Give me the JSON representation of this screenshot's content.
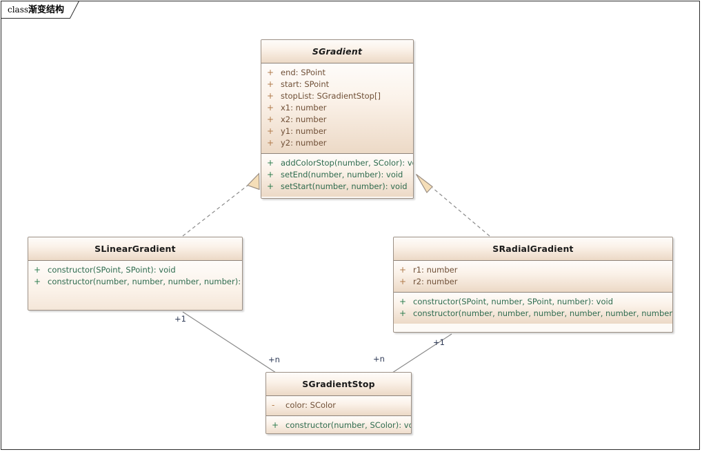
{
  "frame": {
    "tab_keyword": "class",
    "tab_title": "渐变结构"
  },
  "colors": {
    "box_border": "#9b8f84",
    "box_fill_top": "#fefcfa",
    "box_fill_bottom": "#ecd9c6",
    "frame_border": "#2b2b2b",
    "attribute_marker": "#b07a4a",
    "method_marker": "#2e7d4f",
    "attribute_text": "#6f4f36",
    "method_text": "#2e6b4e",
    "connector": "#8a8a8a",
    "arrowhead_fill": "#f5deb8",
    "edge_label": "#2f3b57"
  },
  "classes": [
    {
      "id": "sgradient",
      "name": "SGradient",
      "abstract": true,
      "attributes": [
        {
          "visibility": "+",
          "text": "end: SPoint"
        },
        {
          "visibility": "+",
          "text": "start: SPoint"
        },
        {
          "visibility": "+",
          "text": "stopList: SGradientStop[]"
        },
        {
          "visibility": "+",
          "text": "x1: number"
        },
        {
          "visibility": "+",
          "text": "x2: number"
        },
        {
          "visibility": "+",
          "text": "y1: number"
        },
        {
          "visibility": "+",
          "text": "y2: number"
        }
      ],
      "methods": [
        {
          "visibility": "+",
          "text": "addColorStop(number, SColor): void"
        },
        {
          "visibility": "+",
          "text": "setEnd(number, number): void"
        },
        {
          "visibility": "+",
          "text": "setStart(number, number): void"
        }
      ]
    },
    {
      "id": "slineargradient",
      "name": "SLinearGradient",
      "abstract": false,
      "attributes": [],
      "methods": [
        {
          "visibility": "+",
          "text": "constructor(SPoint, SPoint): void"
        },
        {
          "visibility": "+",
          "text": "constructor(number, number, number, number): void"
        }
      ]
    },
    {
      "id": "sradialgradient",
      "name": "SRadialGradient",
      "abstract": false,
      "attributes": [
        {
          "visibility": "+",
          "text": "r1: number"
        },
        {
          "visibility": "+",
          "text": "r2: number"
        }
      ],
      "methods": [
        {
          "visibility": "+",
          "text": "constructor(SPoint, number, SPoint, number): void"
        },
        {
          "visibility": "+",
          "text": "constructor(number, number, number, number, number, number): void"
        }
      ]
    },
    {
      "id": "sgradientstop",
      "name": "SGradientStop",
      "abstract": false,
      "attributes": [
        {
          "visibility": "-",
          "text": "color: SColor"
        }
      ],
      "methods": [
        {
          "visibility": "+",
          "text": "constructor(number, SColor): void"
        }
      ]
    }
  ],
  "relationships": [
    {
      "id": "linear-realizes-gradient",
      "type": "realization",
      "from": "SLinearGradient",
      "to": "SGradient",
      "style": "dashed",
      "arrowhead": "hollow-triangle",
      "source_label": "",
      "target_label": ""
    },
    {
      "id": "radial-realizes-gradient",
      "type": "realization",
      "from": "SRadialGradient",
      "to": "SGradient",
      "style": "dashed",
      "arrowhead": "hollow-triangle",
      "source_label": "",
      "target_label": ""
    },
    {
      "id": "linear-uses-stop",
      "type": "association",
      "from": "SLinearGradient",
      "to": "SGradientStop",
      "style": "solid",
      "arrowhead": "none",
      "source_label": "+1",
      "target_label": "+n"
    },
    {
      "id": "radial-uses-stop",
      "type": "association",
      "from": "SRadialGradient",
      "to": "SGradientStop",
      "style": "solid",
      "arrowhead": "none",
      "source_label": "+1",
      "target_label": "+n"
    }
  ],
  "edge_labels": {
    "linear_one": "+1",
    "linear_many": "+n",
    "radial_one": "+1",
    "radial_many": "+n"
  }
}
